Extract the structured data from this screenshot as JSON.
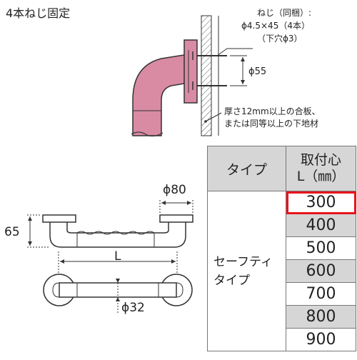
{
  "top_label": "4本ねじ固定",
  "screw_note": {
    "line1": "ねじ（同梱）:",
    "line2": "ϕ4.5×45（4本）",
    "line3": "（下穴ϕ3）"
  },
  "dim_screw_spacing": "ϕ55",
  "board_note": {
    "line1": "厚さ12mm以上の合板、",
    "line2": "または同等以上の下地材"
  },
  "dim_flange": "ϕ80",
  "dim_height": "65",
  "dim_length": "L",
  "dim_bar": "ϕ32",
  "table": {
    "header_type": "タイプ",
    "header_length_line1": "取付心",
    "header_length_line2": "L（㎜）",
    "type_line1": "セーフティ",
    "type_line2": "タイプ",
    "lengths": [
      "300",
      "400",
      "500",
      "600",
      "700",
      "800",
      "900"
    ],
    "selected": "300"
  },
  "colors": {
    "grip": "#d98ba4",
    "selection": "#e8141c",
    "header_fill": "#d6d6d6"
  }
}
